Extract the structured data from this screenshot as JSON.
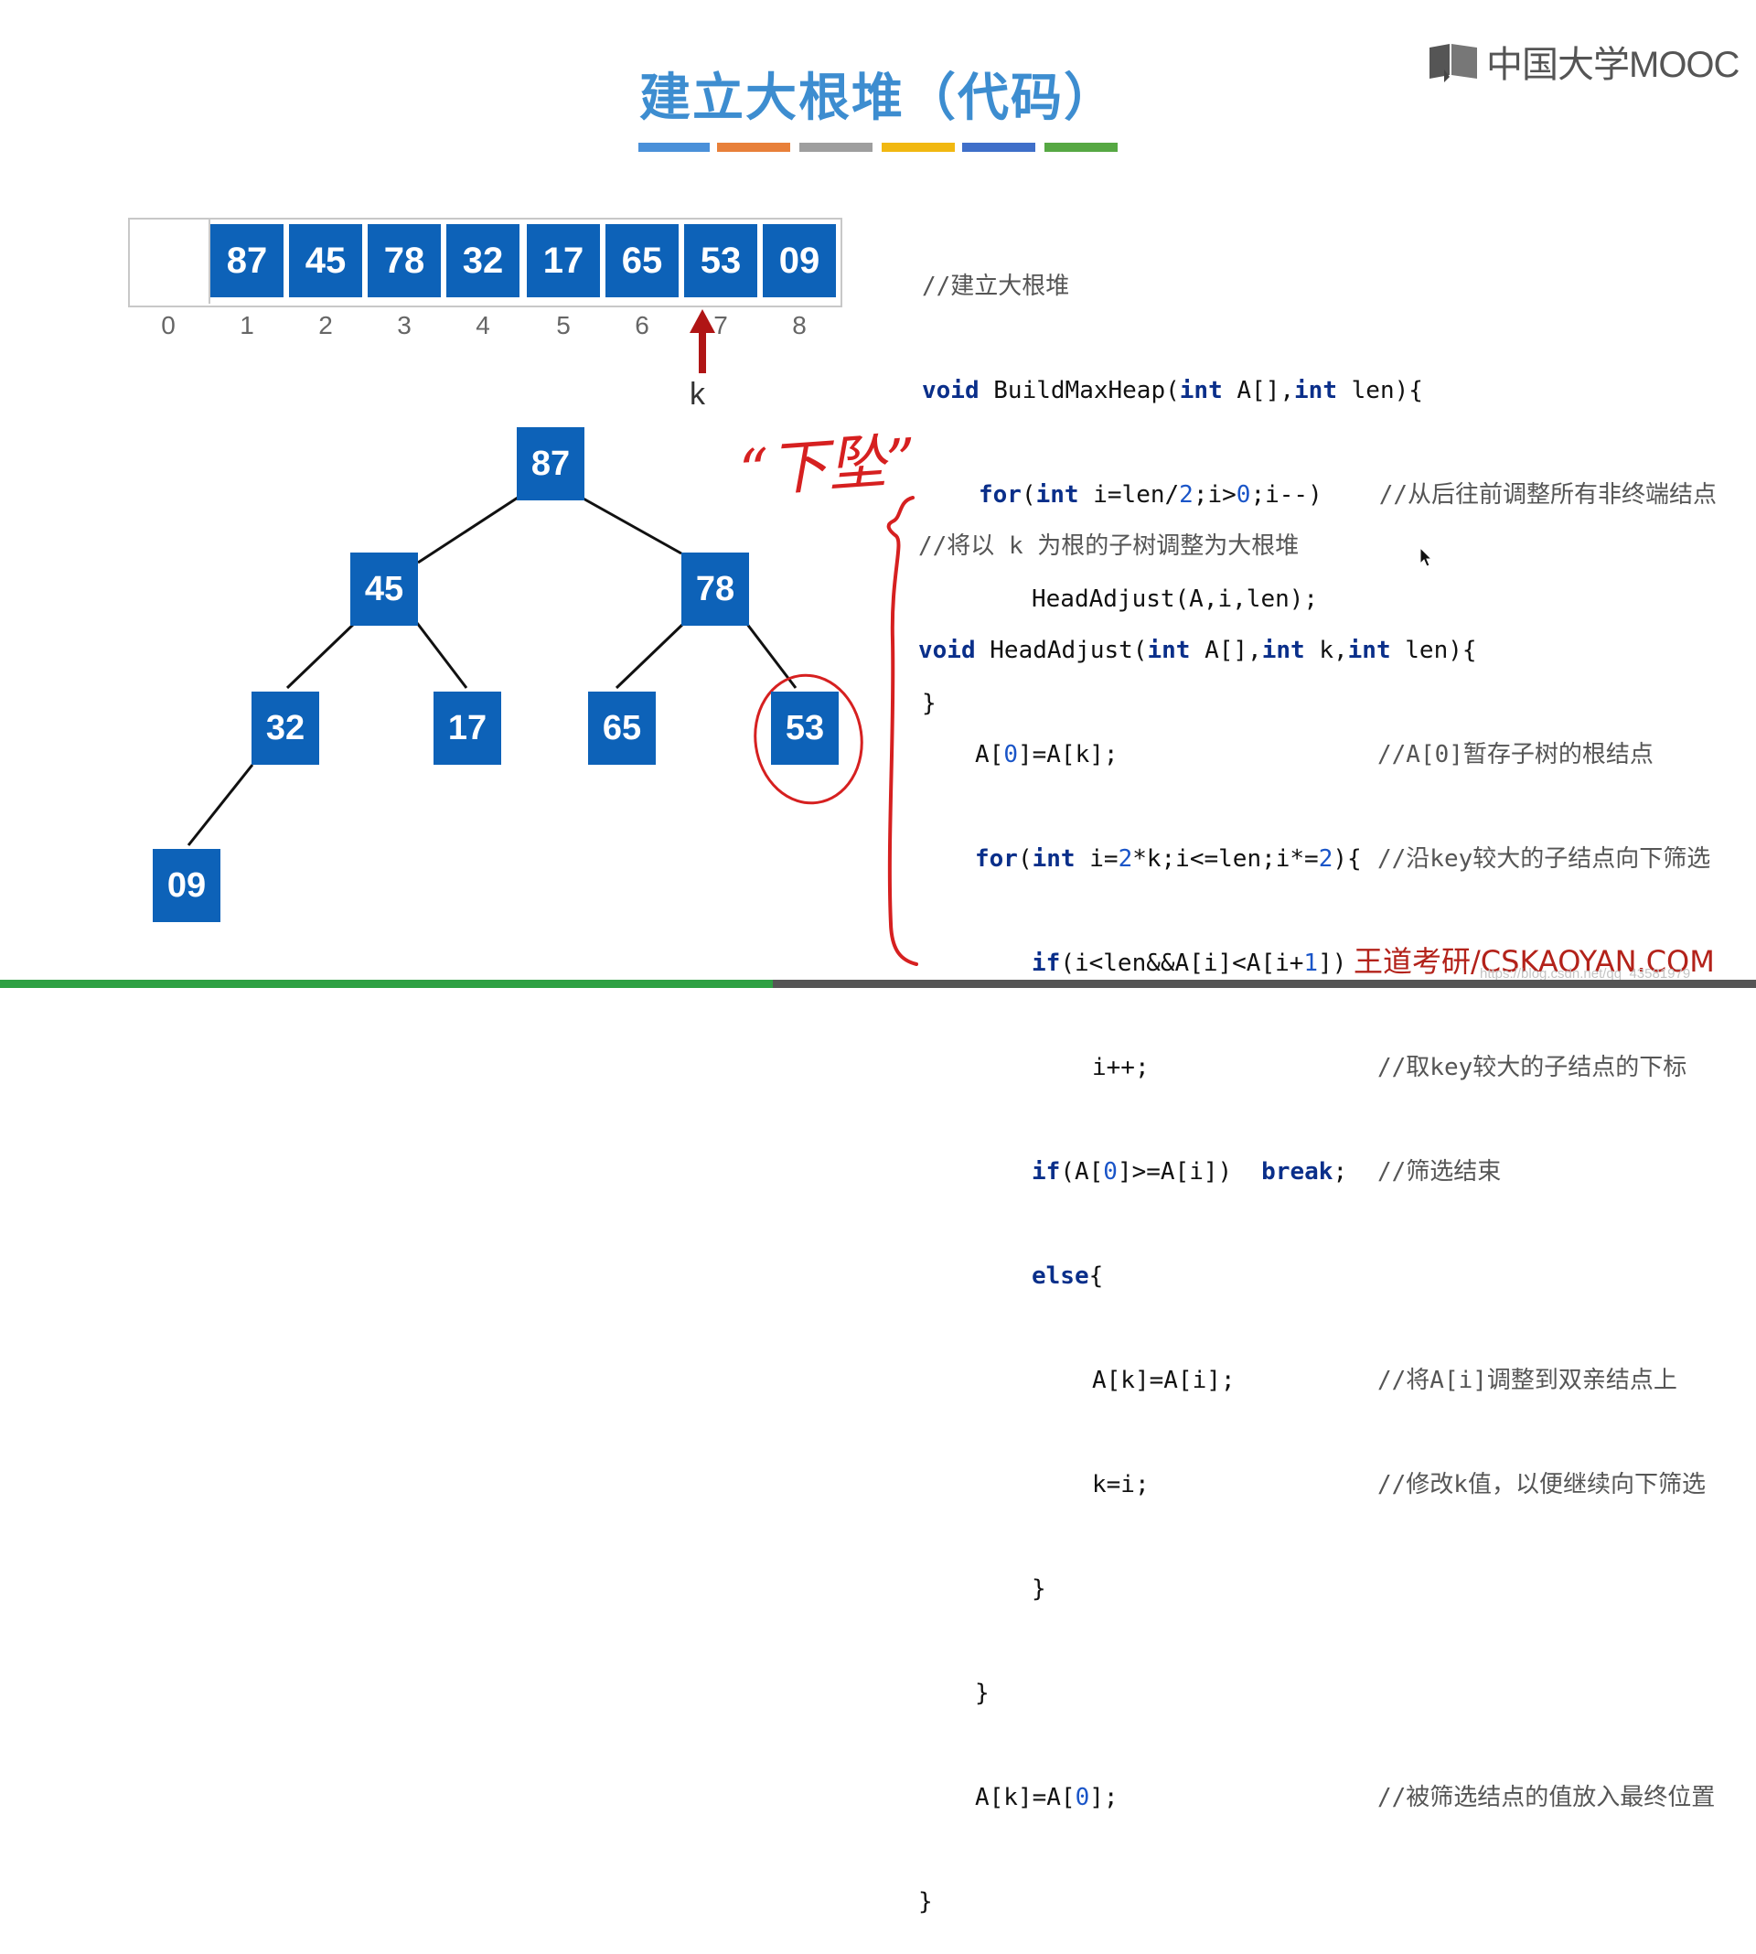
{
  "title": "建立大根堆（代码）",
  "logo_text": "中国大学MOOC",
  "color_bar": [
    "#4a90d9",
    "#e8803a",
    "#9e9e9e",
    "#f1b811",
    "#3f6fc9",
    "#56a843"
  ],
  "array": {
    "values": [
      "87",
      "45",
      "78",
      "32",
      "17",
      "65",
      "53",
      "09"
    ],
    "indices": [
      "0",
      "1",
      "2",
      "3",
      "4",
      "5",
      "6",
      "7",
      "8"
    ],
    "pointer_label": "k"
  },
  "tree_nodes": [
    "87",
    "45",
    "78",
    "32",
    "17",
    "65",
    "53",
    "09"
  ],
  "handwriting": "“下坠”",
  "code1": {
    "comment": "//建立大根堆",
    "l1_kw1": "void",
    "l1_a": " BuildMaxHeap(",
    "l1_kw2": "int",
    "l1_b": " A[],",
    "l1_kw3": "int",
    "l1_c": " len){",
    "l2_kw1": "for",
    "l2_a": "(",
    "l2_kw2": "int",
    "l2_b": " i=len/",
    "l2_n1": "2",
    "l2_c": ";i>",
    "l2_n2": "0",
    "l2_d": ";i--)",
    "l2_cm": "//从后往前调整所有非终端结点",
    "l3": "HeadAdjust(A,i,len);",
    "l4": "}"
  },
  "code2": {
    "comment": "//将以 k 为根的子树调整为大根堆",
    "l1_kw1": "void",
    "l1_a": " HeadAdjust(",
    "l1_kw2": "int",
    "l1_b": " A[],",
    "l1_kw3": "int",
    "l1_c": " k,",
    "l1_kw4": "int",
    "l1_d": " len){",
    "l2_a": "A[",
    "l2_n": "0",
    "l2_b": "]=A[k];",
    "l2_cm": "//A[0]暂存子树的根结点",
    "l3_kw1": "for",
    "l3_a": "(",
    "l3_kw2": "int",
    "l3_b": " i=",
    "l3_n1": "2",
    "l3_c": "*k;i<=len;i*=",
    "l3_n2": "2",
    "l3_d": "){",
    "l3_cm": "//沿key较大的子结点向下筛选",
    "l4_kw": "if",
    "l4_a": "(i<len&&A[i]<A[i+",
    "l4_n": "1",
    "l4_b": "])",
    "l5": "i++;",
    "l5_cm": "//取key较大的子结点的下标",
    "l6_kw1": "if",
    "l6_a": "(A[",
    "l6_n": "0",
    "l6_b": "]>=A[i])",
    "l6_kw2": "break",
    "l6_c": ";",
    "l6_cm": "//筛选结束",
    "l7_kw": "else",
    "l7_a": "{",
    "l8": "A[k]=A[i];",
    "l8_cm": "//将A[i]调整到双亲结点上",
    "l9": "k=i;",
    "l9_cm": "//修改k值，以便继续向下筛选",
    "l10": "}",
    "l11": "}",
    "l12_a": "A[k]=A[",
    "l12_n": "0",
    "l12_b": "];",
    "l12_cm": "//被筛选结点的值放入最终位置",
    "l13": "}"
  },
  "brand": "王道考研/CSKAOYAN.COM",
  "watermark": "https://blog.csdn.net/qq_43581979",
  "video_progress": 0.44
}
